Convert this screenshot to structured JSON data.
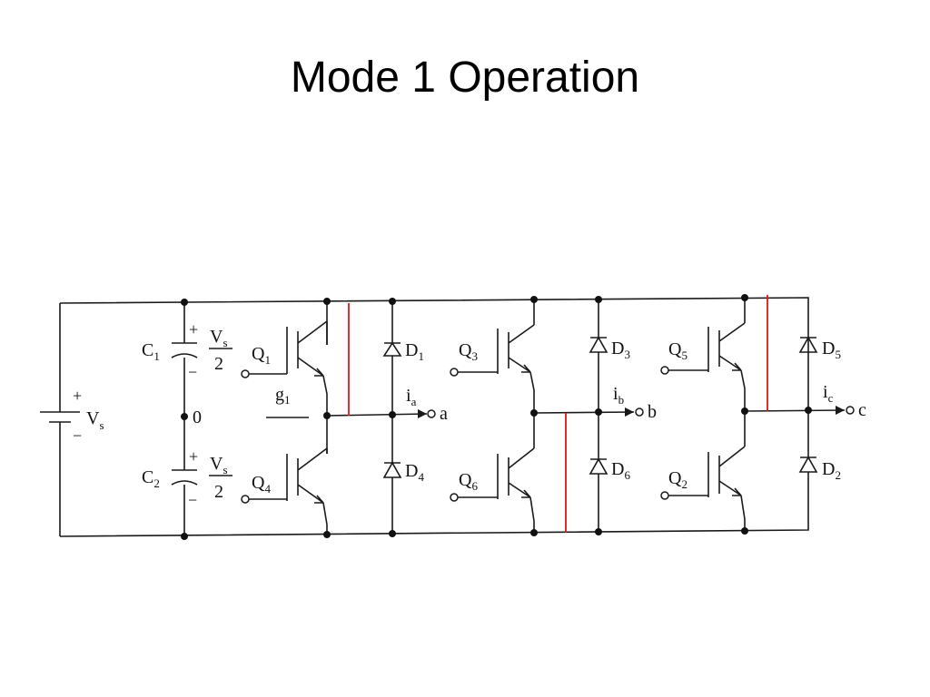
{
  "slide": {
    "title": "Mode 1 Operation"
  },
  "colors": {
    "wire": "#1a1a1a",
    "highlight": "#e01515",
    "background": "#ffffff"
  },
  "circuit": {
    "source": {
      "name": "V",
      "sub": "s",
      "plus": "+",
      "minus": "−"
    },
    "capacitors": [
      {
        "name": "C",
        "sub": "1",
        "plus": "+",
        "minus": "−",
        "fraction": {
          "num": "V",
          "num_sub": "s",
          "den": "2"
        }
      },
      {
        "name": "C",
        "sub": "2",
        "plus": "+",
        "minus": "−",
        "fraction": {
          "num": "V",
          "num_sub": "s",
          "den": "2"
        }
      }
    ],
    "midpoint_label": "0",
    "gate_label": {
      "name": "g",
      "sub": "1"
    },
    "switches": [
      {
        "name": "Q",
        "sub": "1"
      },
      {
        "name": "Q",
        "sub": "4"
      },
      {
        "name": "Q",
        "sub": "3"
      },
      {
        "name": "Q",
        "sub": "6"
      },
      {
        "name": "Q",
        "sub": "5"
      },
      {
        "name": "Q",
        "sub": "2"
      }
    ],
    "diodes": [
      {
        "name": "D",
        "sub": "1"
      },
      {
        "name": "D",
        "sub": "4"
      },
      {
        "name": "D",
        "sub": "3"
      },
      {
        "name": "D",
        "sub": "6"
      },
      {
        "name": "D",
        "sub": "5"
      },
      {
        "name": "D",
        "sub": "2"
      }
    ],
    "phases": [
      {
        "current": "i",
        "current_sub": "a",
        "terminal": "a"
      },
      {
        "current": "i",
        "current_sub": "b",
        "terminal": "b"
      },
      {
        "current": "i",
        "current_sub": "c",
        "terminal": "c"
      }
    ]
  }
}
